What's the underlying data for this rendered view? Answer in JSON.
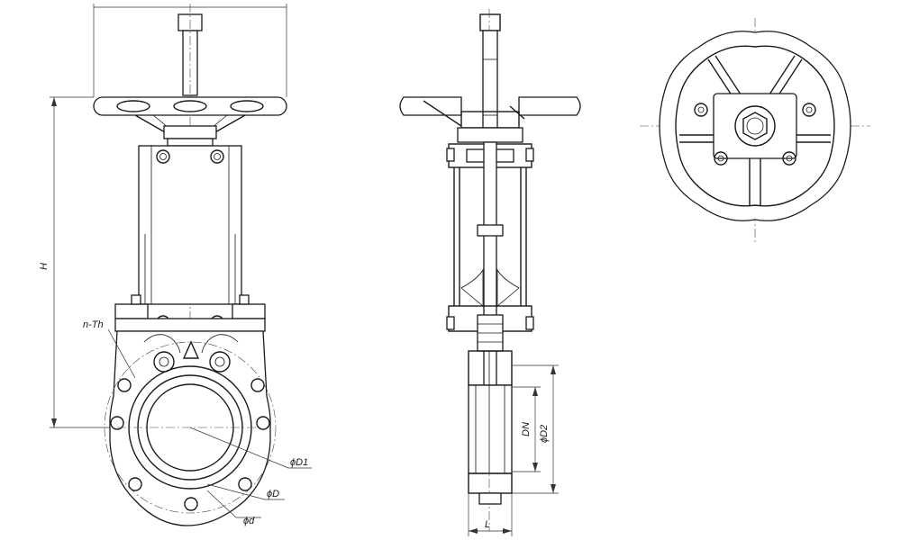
{
  "labels": {
    "height": "H",
    "threads": "n-Th",
    "d1": "ϕD1",
    "d": "ϕD",
    "d_small": "ϕd",
    "dn": "DN",
    "d2": "ϕD2",
    "length": "L"
  }
}
